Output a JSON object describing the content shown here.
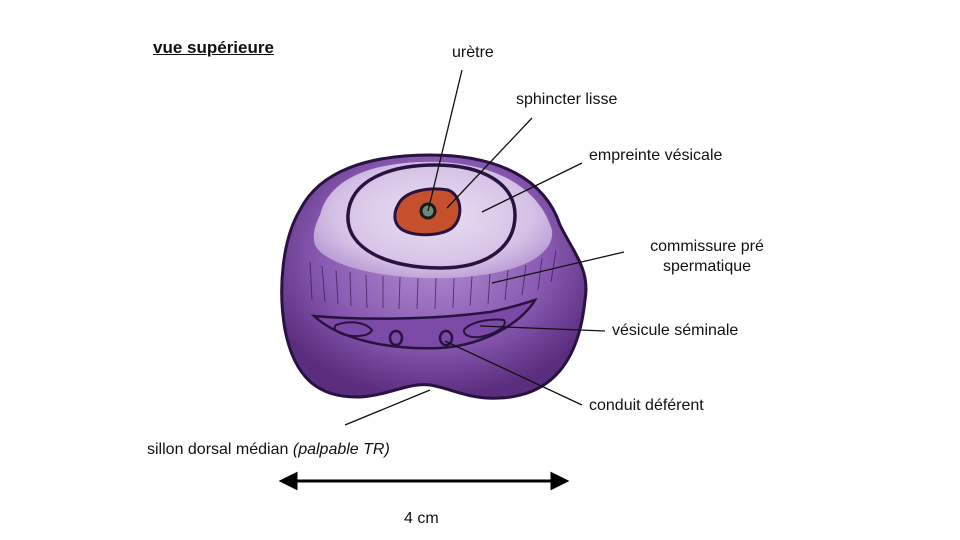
{
  "title": "vue supérieure",
  "labels": {
    "uretre": "urètre",
    "sphincter": "sphincter lisse",
    "empreinte": "empreinte vésicale",
    "commissure_line1": "commissure pré",
    "commissure_line2": "spermatique",
    "vesicule": "vésicule séminale",
    "conduit": "conduit déférent",
    "sillon": "sillon dorsal médian",
    "sillon_note": "(palpable TR)"
  },
  "scale": {
    "label": "4 cm"
  },
  "colors": {
    "gland_dark": "#5a2d7e",
    "gland_mid": "#8a5cb4",
    "gland_light": "#d9c6e8",
    "outline": "#2a1240",
    "urethra": "#c4502e"
  }
}
